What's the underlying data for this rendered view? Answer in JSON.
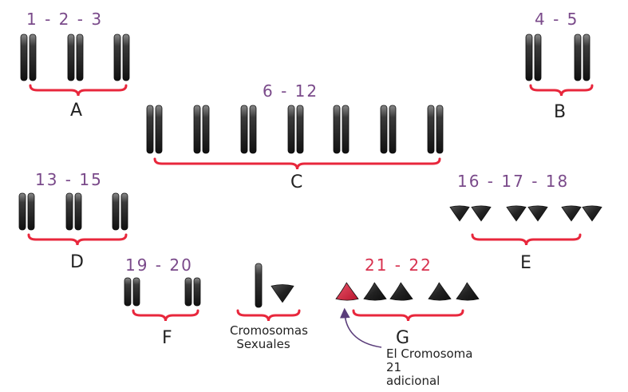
{
  "colors": {
    "number_text": "#7a4a8a",
    "extra_number_text": "#d8324f",
    "brace": "#e8273c",
    "chromosome_dark": "#1c1c1c",
    "chromosome_extra": "#d0203a",
    "arrow": "#5a3d7a"
  },
  "groups": {
    "A": {
      "numbers": "1 - 2 - 3",
      "letter": "A"
    },
    "B": {
      "numbers": "4 - 5",
      "letter": "B"
    },
    "C": {
      "numbers": "6 - 12",
      "letter": "C"
    },
    "D": {
      "numbers": "13 - 15",
      "letter": "D"
    },
    "E": {
      "numbers": "16 - 17 - 18",
      "letter": "E"
    },
    "F": {
      "numbers": "19 - 20",
      "letter": "F"
    },
    "G": {
      "numbers": "21 - 22",
      "letter": "G"
    }
  },
  "sex_chromosomes_label": [
    "Cromosomas",
    "Sexuales"
  ],
  "extra_chromosome_label": [
    "El Cromosoma 21",
    "adicional"
  ]
}
